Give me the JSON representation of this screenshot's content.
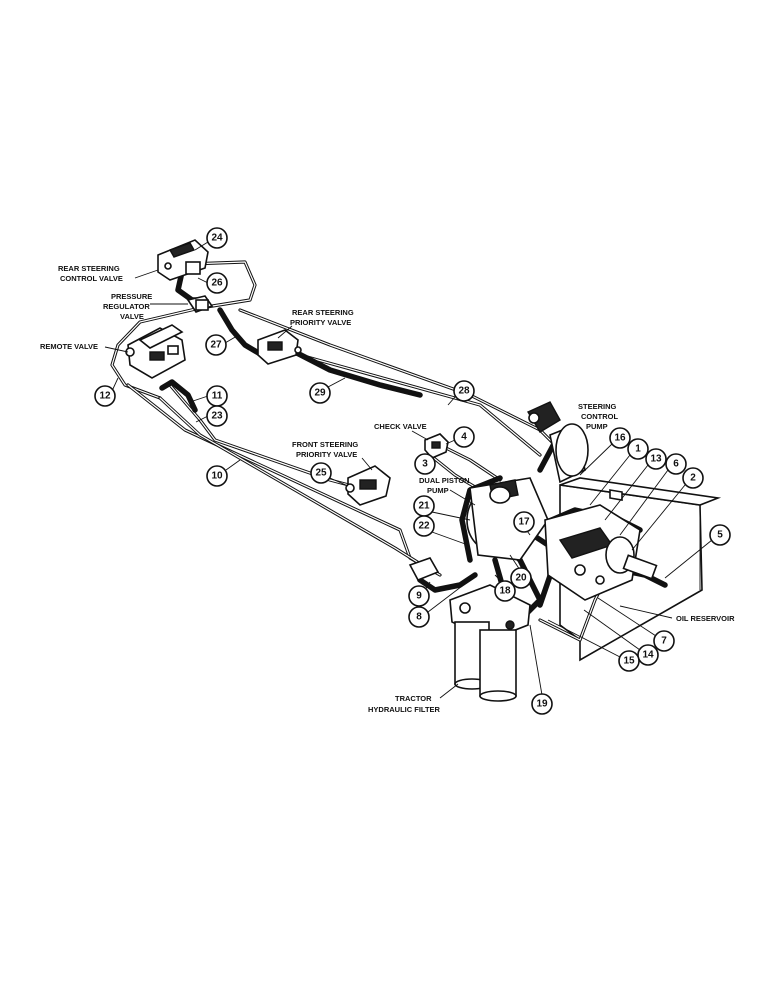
{
  "labels": {
    "rear_steering_control_valve": [
      "REAR STEERING",
      "CONTROL VALVE"
    ],
    "pressure_regulator_valve": [
      "PRESSURE",
      "REGULATOR",
      "VALVE"
    ],
    "remote_valve": [
      "REMOTE VALVE"
    ],
    "rear_steering_priority_valve": [
      "REAR STEERING",
      "PRIORITY VALVE"
    ],
    "check_valve": [
      "CHECK VALVE"
    ],
    "steering_control_pump": [
      "STEERING",
      "CONTROL",
      "PUMP"
    ],
    "front_steering_priority_valve": [
      "FRONT STEERING",
      "PRIORITY VALVE"
    ],
    "dual_piston_pump": [
      "DUAL PISTON",
      "PUMP"
    ],
    "oil_reservoir": [
      "OIL RESERVOIR"
    ],
    "tractor_hydraulic_filter": [
      "TRACTOR",
      "HYDRAULIC FILTER"
    ]
  },
  "callouts": {
    "c1": "1",
    "c2": "2",
    "c3": "3",
    "c4": "4",
    "c5": "5",
    "c6": "6",
    "c7": "7",
    "c8": "8",
    "c9": "9",
    "c10": "10",
    "c11": "11",
    "c12": "12",
    "c13": "13",
    "c14": "14",
    "c15": "15",
    "c16": "16",
    "c17": "17",
    "c18": "18",
    "c19": "19",
    "c20": "20",
    "c21": "21",
    "c22": "22",
    "c23": "23",
    "c24": "24",
    "c25": "25",
    "c26": "26",
    "c27": "27",
    "c28": "28",
    "c29": "29"
  }
}
